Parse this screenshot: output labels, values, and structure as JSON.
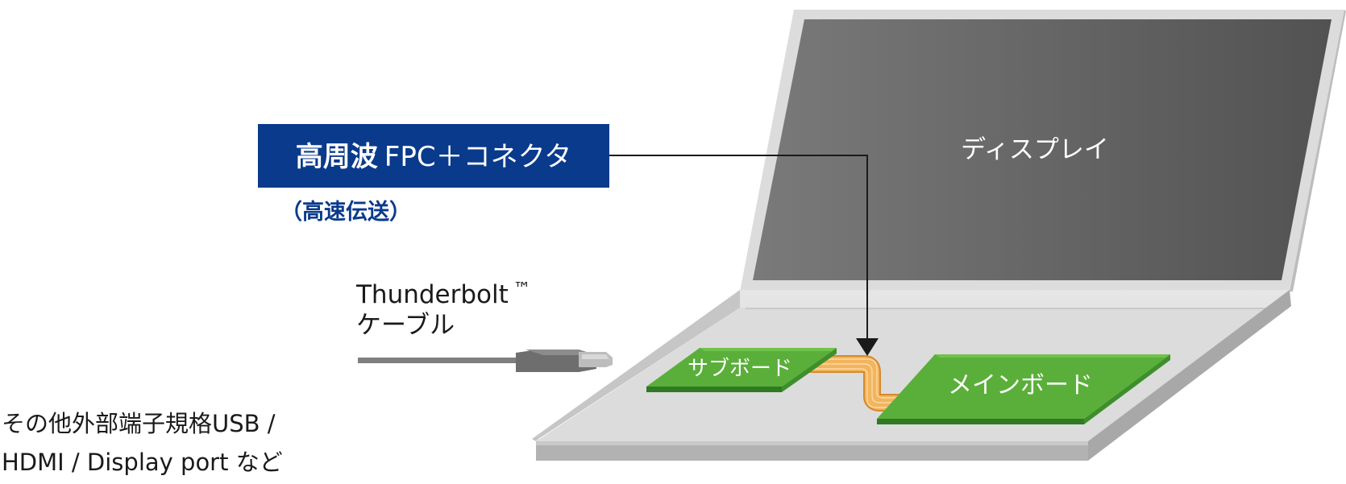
{
  "labels": {
    "fpc_title_main": "高周波",
    "fpc_title_sub": "FPC＋コネクタ",
    "fpc_subtitle": "（高速伝送）",
    "display": "ディスプレイ",
    "thunderbolt_line1": "Thunderbolt",
    "thunderbolt_tm": "™",
    "thunderbolt_line2": "ケーブル",
    "sub_board": "サブボード",
    "main_board": "メインボード",
    "other_line1": "その他外部端子規格USB /",
    "other_line2": "HDMI / Display port など"
  },
  "colors": {
    "brand_blue": "#0a3a8c",
    "board_green": "#5aaf3a",
    "board_green_dark": "#2f7a22",
    "fpc_orange": "#e8a44a",
    "screen_gray": "#646464",
    "frame_gray": "#d9d9d9",
    "base_gray": "#cfcfcf"
  },
  "icons": {
    "arrow": "down-arrow-icon",
    "cable": "usb-c-plug-icon"
  }
}
